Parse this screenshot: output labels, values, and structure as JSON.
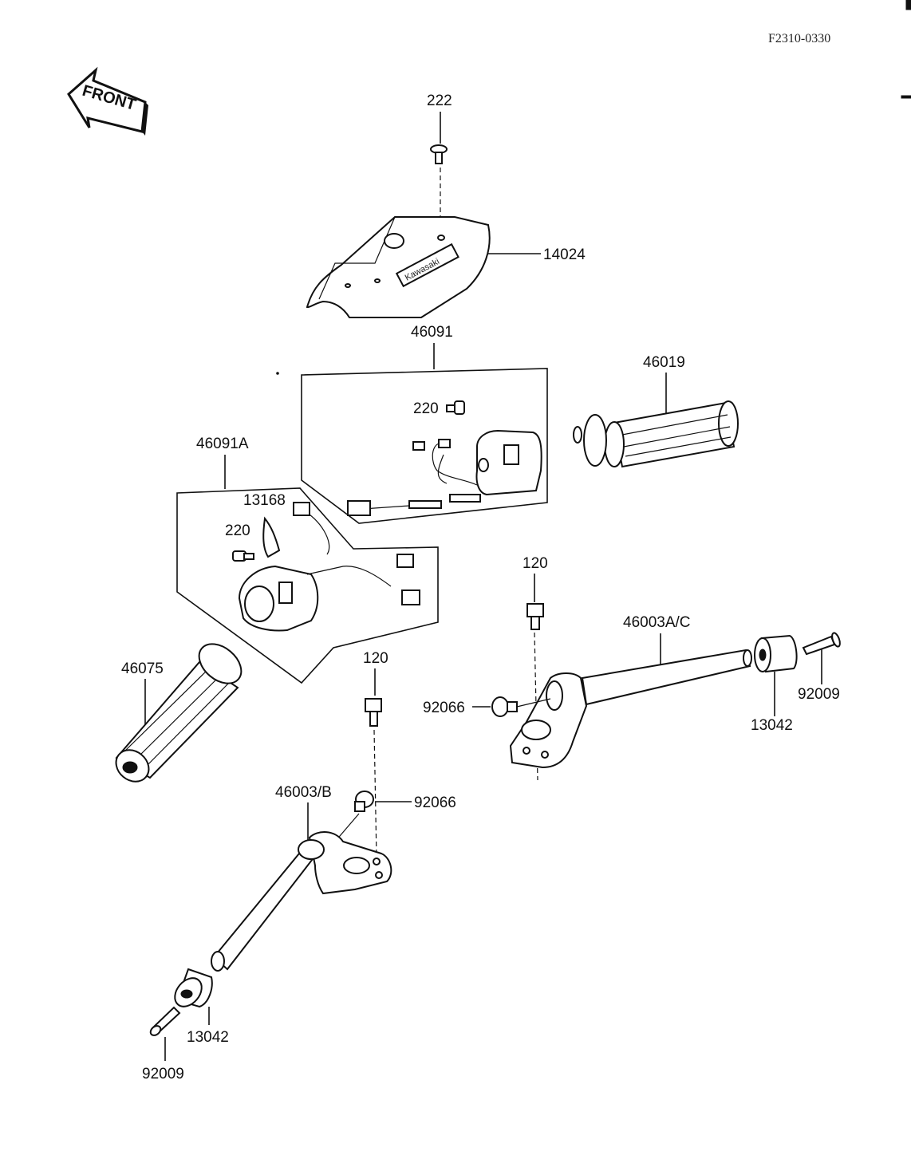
{
  "diagram_code": "F2310-0330",
  "front_label": "FRONT",
  "brand_text": "Kawasaki",
  "parts": {
    "p222": "222",
    "p14024": "14024",
    "p46091": "46091",
    "p220a": "220",
    "p46019": "46019",
    "p46091A": "46091A",
    "p13168": "13168",
    "p220b": "220",
    "p120a": "120",
    "p46003AC": "46003A/C",
    "p92066a": "92066",
    "p13042a": "13042",
    "p92009a": "92009",
    "p46075": "46075",
    "p120b": "120",
    "p46003B": "46003/B",
    "p92066b": "92066",
    "p13042b": "13042",
    "p92009b": "92009"
  }
}
